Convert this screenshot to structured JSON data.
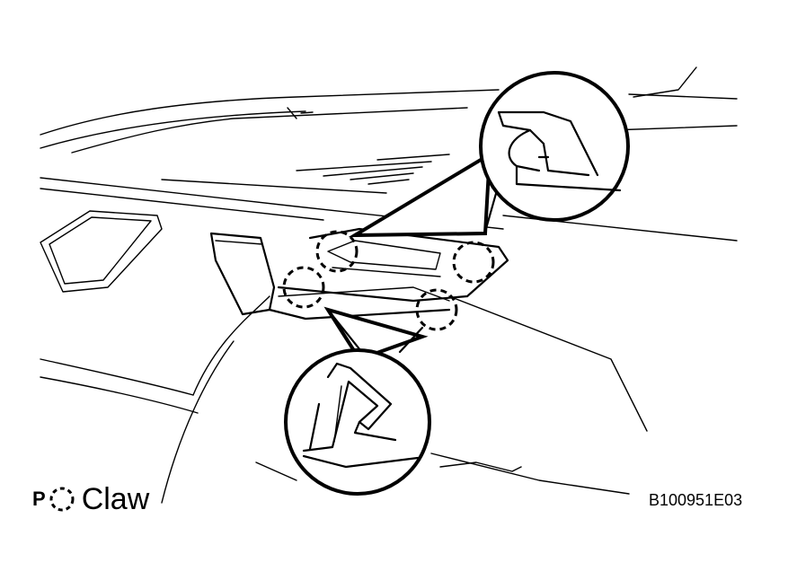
{
  "figure": {
    "legend": {
      "marker_letter": "P",
      "label": "Claw",
      "icon": "dashed-circle-icon"
    },
    "figure_code": "B100951E03"
  },
  "colors": {
    "line": "#000000",
    "background": "#ffffff"
  }
}
